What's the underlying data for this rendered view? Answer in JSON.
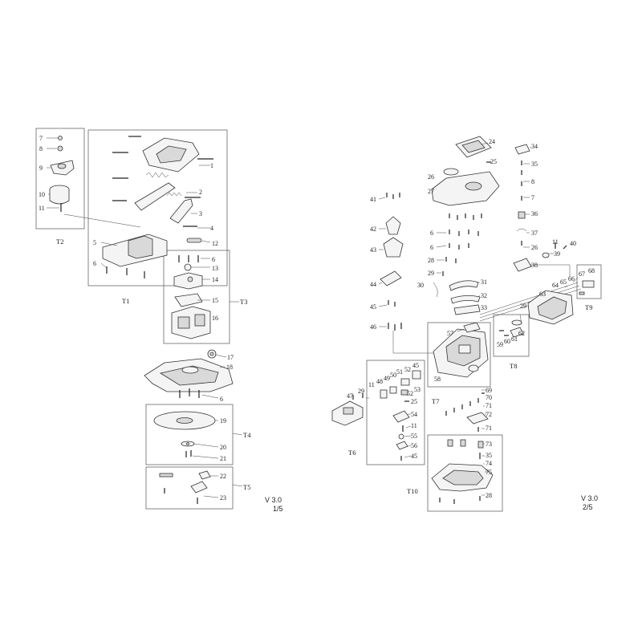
{
  "pages": [
    {
      "version": "V 3.0",
      "page": "1/5"
    },
    {
      "version": "V 3.0",
      "page": "2/5"
    }
  ],
  "groups": [
    "T1",
    "T2",
    "T3",
    "T4",
    "T5",
    "T6",
    "T7",
    "T8",
    "T9",
    "T10"
  ],
  "callouts_left": [
    "1",
    "2",
    "3",
    "4",
    "5",
    "6",
    "7",
    "8",
    "9",
    "10",
    "11",
    "12",
    "13",
    "14",
    "15",
    "16",
    "17",
    "18",
    "19",
    "20",
    "21",
    "22",
    "23"
  ],
  "callouts_right": [
    "24",
    "25",
    "26",
    "27",
    "28",
    "29",
    "30",
    "31",
    "32",
    "33",
    "34",
    "35",
    "36",
    "37",
    "38",
    "39",
    "40",
    "41",
    "42",
    "43",
    "44",
    "45",
    "46",
    "47",
    "48",
    "49",
    "50",
    "51",
    "52",
    "53",
    "54",
    "55",
    "56",
    "57",
    "58",
    "59",
    "60",
    "61",
    "62",
    "63",
    "64",
    "65",
    "66",
    "67",
    "68",
    "69",
    "70",
    "71",
    "72",
    "73",
    "74",
    "75"
  ]
}
